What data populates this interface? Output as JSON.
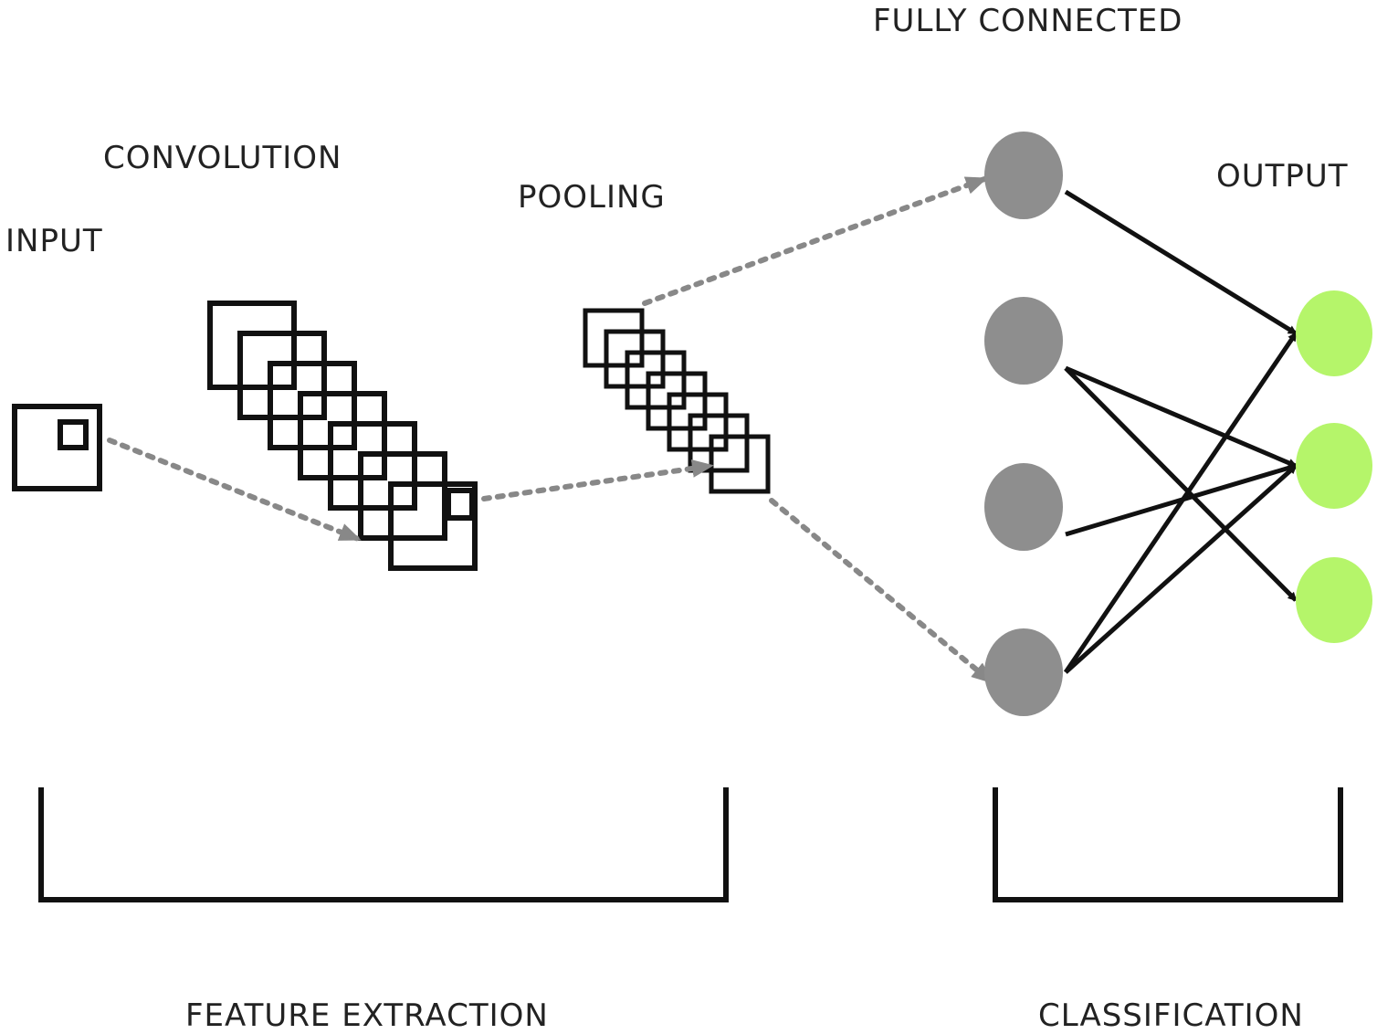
{
  "labels": {
    "input": "INPUT",
    "convolution": "CONVOLUTION",
    "pooling": "POOLING",
    "fully_connected": "FULLY CONNECTED",
    "output": "OUTPUT",
    "feature_extraction": "FEATURE EXTRACTION",
    "classification": "CLASSIFICATION"
  },
  "colors": {
    "stroke": "#111111",
    "dotted_arrow": "#888888",
    "hidden_node": "#8e8e8e",
    "output_node": "#b5f56a"
  },
  "network": {
    "fully_connected_nodes": 4,
    "output_nodes": 3,
    "connections": [
      [
        0,
        0
      ],
      [
        1,
        1
      ],
      [
        1,
        2
      ],
      [
        2,
        1
      ],
      [
        3,
        0
      ],
      [
        3,
        1
      ]
    ]
  }
}
